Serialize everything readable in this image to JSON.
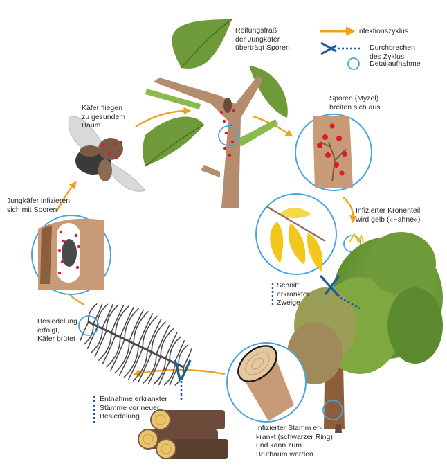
{
  "colors": {
    "infection_arrow": "#f0a01e",
    "break_cycle": "#1f5e9e",
    "detail_circle": "#4aa6d9",
    "spore_red": "#d61f26",
    "leaf_green": "#6e9a3a",
    "trunk_brown": "#b48c6e"
  },
  "legend": {
    "items": [
      {
        "icon": "orange-arrow-icon",
        "label": [
          "Infektionszyklus"
        ]
      },
      {
        "icon": "scissors-icon",
        "label": [
          "Durchbrechen",
          "des Zyklus"
        ]
      },
      {
        "icon": "circle-icon",
        "label": [
          "Detailaufnahme"
        ]
      }
    ]
  },
  "stages": [
    {
      "id": "reifungsfrass",
      "lines": [
        "Reifungsfraß",
        "der Jungkäfer",
        "überträgt Sporen"
      ]
    },
    {
      "id": "sporen",
      "lines": [
        "Sporen (Myzel)",
        "breiten sich aus"
      ]
    },
    {
      "id": "krone",
      "lines": [
        "Infizierter Kronenteil",
        "wird gelb (»Fahne«)"
      ]
    },
    {
      "id": "schnitt",
      "lines": [
        "Schnitt",
        "erkrankter",
        "Zweige"
      ]
    },
    {
      "id": "stamm",
      "lines": [
        "Infizierter Stamm er-",
        "krankt (schwarzer Ring)",
        "und kann zum",
        "Brutbaum werden"
      ]
    },
    {
      "id": "entnahme",
      "lines": [
        "Entnahme erkrankter",
        "Stämme vor neuer",
        "Besiedelung"
      ]
    },
    {
      "id": "besiedelung",
      "lines": [
        "Besiedelung",
        "erfolgt,",
        "Käfer brütet"
      ]
    },
    {
      "id": "jungkaefer",
      "lines": [
        "Jungkäfer infizieren",
        "sich mit Sporen"
      ]
    },
    {
      "id": "kaefer",
      "lines": [
        "Käfer fliegen",
        "zu gesundem",
        "Baum"
      ]
    }
  ]
}
